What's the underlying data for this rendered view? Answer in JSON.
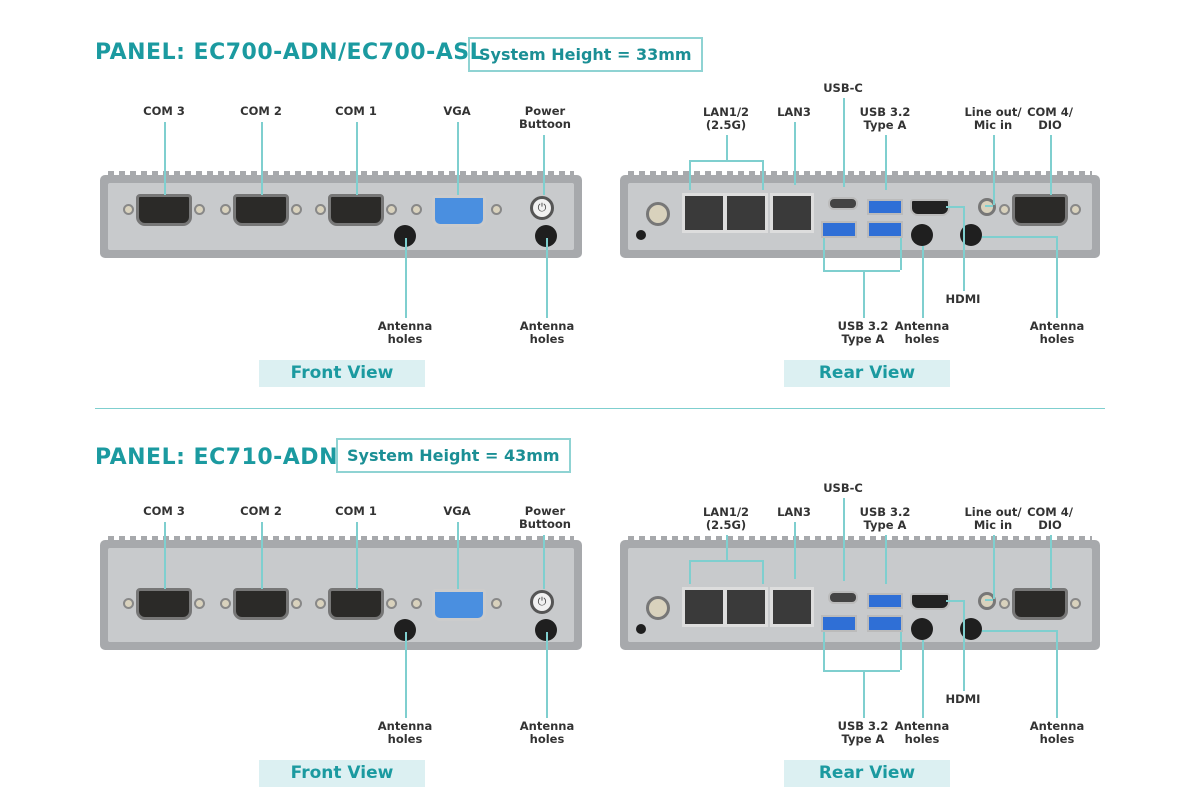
{
  "panels": [
    {
      "title": "PANEL: EC700-ADN/EC700-ASL",
      "system_height": "System Height = 33mm",
      "front": {
        "labels": {
          "com3": "COM 3",
          "com2": "COM 2",
          "com1": "COM 1",
          "vga": "VGA",
          "power": "Power\nButtoon",
          "antenna1": "Antenna\nholes",
          "antenna2": "Antenna\nholes"
        },
        "view_label": "Front View"
      },
      "rear": {
        "labels": {
          "usbc": "USB-C",
          "lan12": "LAN1/2\n(2.5G)",
          "lan3": "LAN3",
          "usb_top": "USB 3.2\nType A",
          "audio": "Line out/\nMic in",
          "com4": "COM 4/\nDIO",
          "hdmi": "HDMI",
          "usb_bottom": "USB 3.2\nType A",
          "antenna1": "Antenna\nholes",
          "antenna2": "Antenna\nholes"
        },
        "view_label": "Rear View"
      }
    },
    {
      "title": "PANEL: EC710-ADN",
      "system_height": "System Height = 43mm",
      "front": {
        "labels": {
          "com3": "COM 3",
          "com2": "COM 2",
          "com1": "COM 1",
          "vga": "VGA",
          "power": "Power\nButtoon",
          "antenna1": "Antenna\nholes",
          "antenna2": "Antenna\nholes"
        },
        "view_label": "Front View"
      },
      "rear": {
        "labels": {
          "usbc": "USB-C",
          "lan12": "LAN1/2\n(2.5G)",
          "lan3": "LAN3",
          "usb_top": "USB 3.2\nType A",
          "audio": "Line out/\nMic in",
          "com4": "COM 4/\nDIO",
          "hdmi": "HDMI",
          "usb_bottom": "USB 3.2\nType A",
          "antenna1": "Antenna\nholes",
          "antenna2": "Antenna\nholes"
        },
        "view_label": "Rear View"
      }
    }
  ],
  "colors": {
    "accent": "#1b9aa0",
    "leader_line": "#7fcfcf",
    "view_bg": "#dcf0f2"
  }
}
